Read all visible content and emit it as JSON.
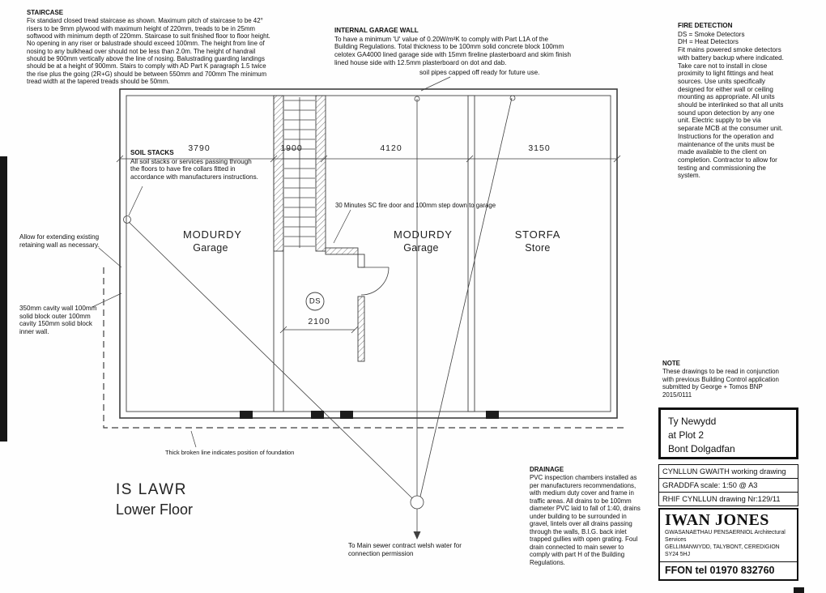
{
  "drawing": {
    "floor_title_cy": "IS LAWR",
    "floor_title_en": "Lower Floor"
  },
  "notes": {
    "staircase_title": "STAIRCASE",
    "staircase_body": "Fix standard closed tread staircase as shown. Maximum pitch of staircase to be 42° risers to be 9mm plywood with maximum height of 220mm, treads to be in 25mm softwood with minimum depth of 220mm. Staircase to suit finished floor to floor height. No opening in any riser or balustrade should exceed 100mm. The height from line of nosing to any bulkhead over should not be less than 2.0m. The height of handrail should be 900mm vertically above the line of nosing. Balustrading guarding landings should be at a height of 900mm. Stairs to comply with AD Part K paragraph 1.5 twice the rise plus the going (2R+G) should be between 550mm and 700mm The minimum tread width at the tapered treads should be 50mm.",
    "garage_wall_title": "INTERNAL GARAGE WALL",
    "garage_wall_body": "To have a minimum 'U' value of 0.20W/m²K to comply with Part L1A of the Building Regulations. Total thickness to be 100mm solid concrete block 100mm celotex GA4000 lined garage side with 15mm fireline plasterboard and skim finish lined house side with 12.5mm plasterboard on dot and dab.",
    "soil_pipes": "soil pipes capped off ready for future use.",
    "fire_detection_title": "FIRE DETECTION",
    "fire_detection_ds": "DS = Smoke Detectors",
    "fire_detection_dh": "DH = Heat Detectors",
    "fire_detection_body": "Fit mains powered smoke detectors with battery backup where indicated. Take care not to install in close proximity to light fittings and heat sources. Use units specifically designed for either wall or ceiling mounting as appropriate. All units should be interlinked so that all units sound upon detection by any one unit. Electric supply to be via separate MCB at the consumer unit. Instructions for the operation and maintenance of the units must be made available to the client on completion. Contractor to allow for testing and commissioning the system.",
    "soil_stacks_title": "SOIL STACKS",
    "soil_stacks_body": "All soil stacks or services passing through the floors to have fire collars fitted in accordance with manufacturers instructions.",
    "retaining_wall": "Allow for extending existing retaining wall as necessary.",
    "cavity_wall": "350mm cavity wall 100mm solid block outer 100mm cavity 150mm solid block inner wall.",
    "fire_door": "30 Minutes SC fire door and 100mm step down to garage",
    "foundation": "Thick broken line indicates position of foundation",
    "drainage_title": "DRAINAGE",
    "drainage_body": "PVC inspection chambers installed as per manufacturers recommendations, with medium duty cover and frame in traffic areas. All drains to be 100mm diameter PVC laid to fall of 1:40, drains under building to be surrounded in gravel, lintels over all drains passing through the walls, B.I.G. back inlet trapped gullies with open grating. Foul drain connected to main sewer to comply with part H of the Building Regulations.",
    "sewer": "To Main sewer contract welsh water for connection permission",
    "note_title": "NOTE",
    "note_body": "These drawings to be read in conjunction with previous Building Control application submitted by George + Tomos BNP 2015/0111"
  },
  "plan": {
    "rooms": [
      {
        "name": "MODURDY",
        "type": "Garage"
      },
      {
        "name": "MODURDY",
        "type": "Garage"
      },
      {
        "name": "STORFA",
        "type": "Store"
      }
    ],
    "dims": {
      "garage1_width": "3790",
      "stair_width": "1900",
      "garage2_width": "4120",
      "store_width": "3150",
      "hall_width": "2100"
    },
    "smoke_detector": "DS"
  },
  "title_block": {
    "project_line1": "Ty Newydd",
    "project_line2": "at Plot 2",
    "project_line3": "Bont Dolgadfan",
    "drawing_type": "CYNLLUN GWAITH working drawing",
    "scale": "GRADDFA scale: 1:50 @ A3",
    "number": "RHIF CYNLLUN drawing Nr:129/11",
    "architect_name": "IWAN JONES",
    "architect_services": "GWASANAETHAU PENSAERNIOL Architectural Services",
    "architect_address": "GELLIMANWYDD, TALYBONT, CEREDIGION SY24 5HJ",
    "architect_phone": "FFON tel 01970 832760"
  }
}
